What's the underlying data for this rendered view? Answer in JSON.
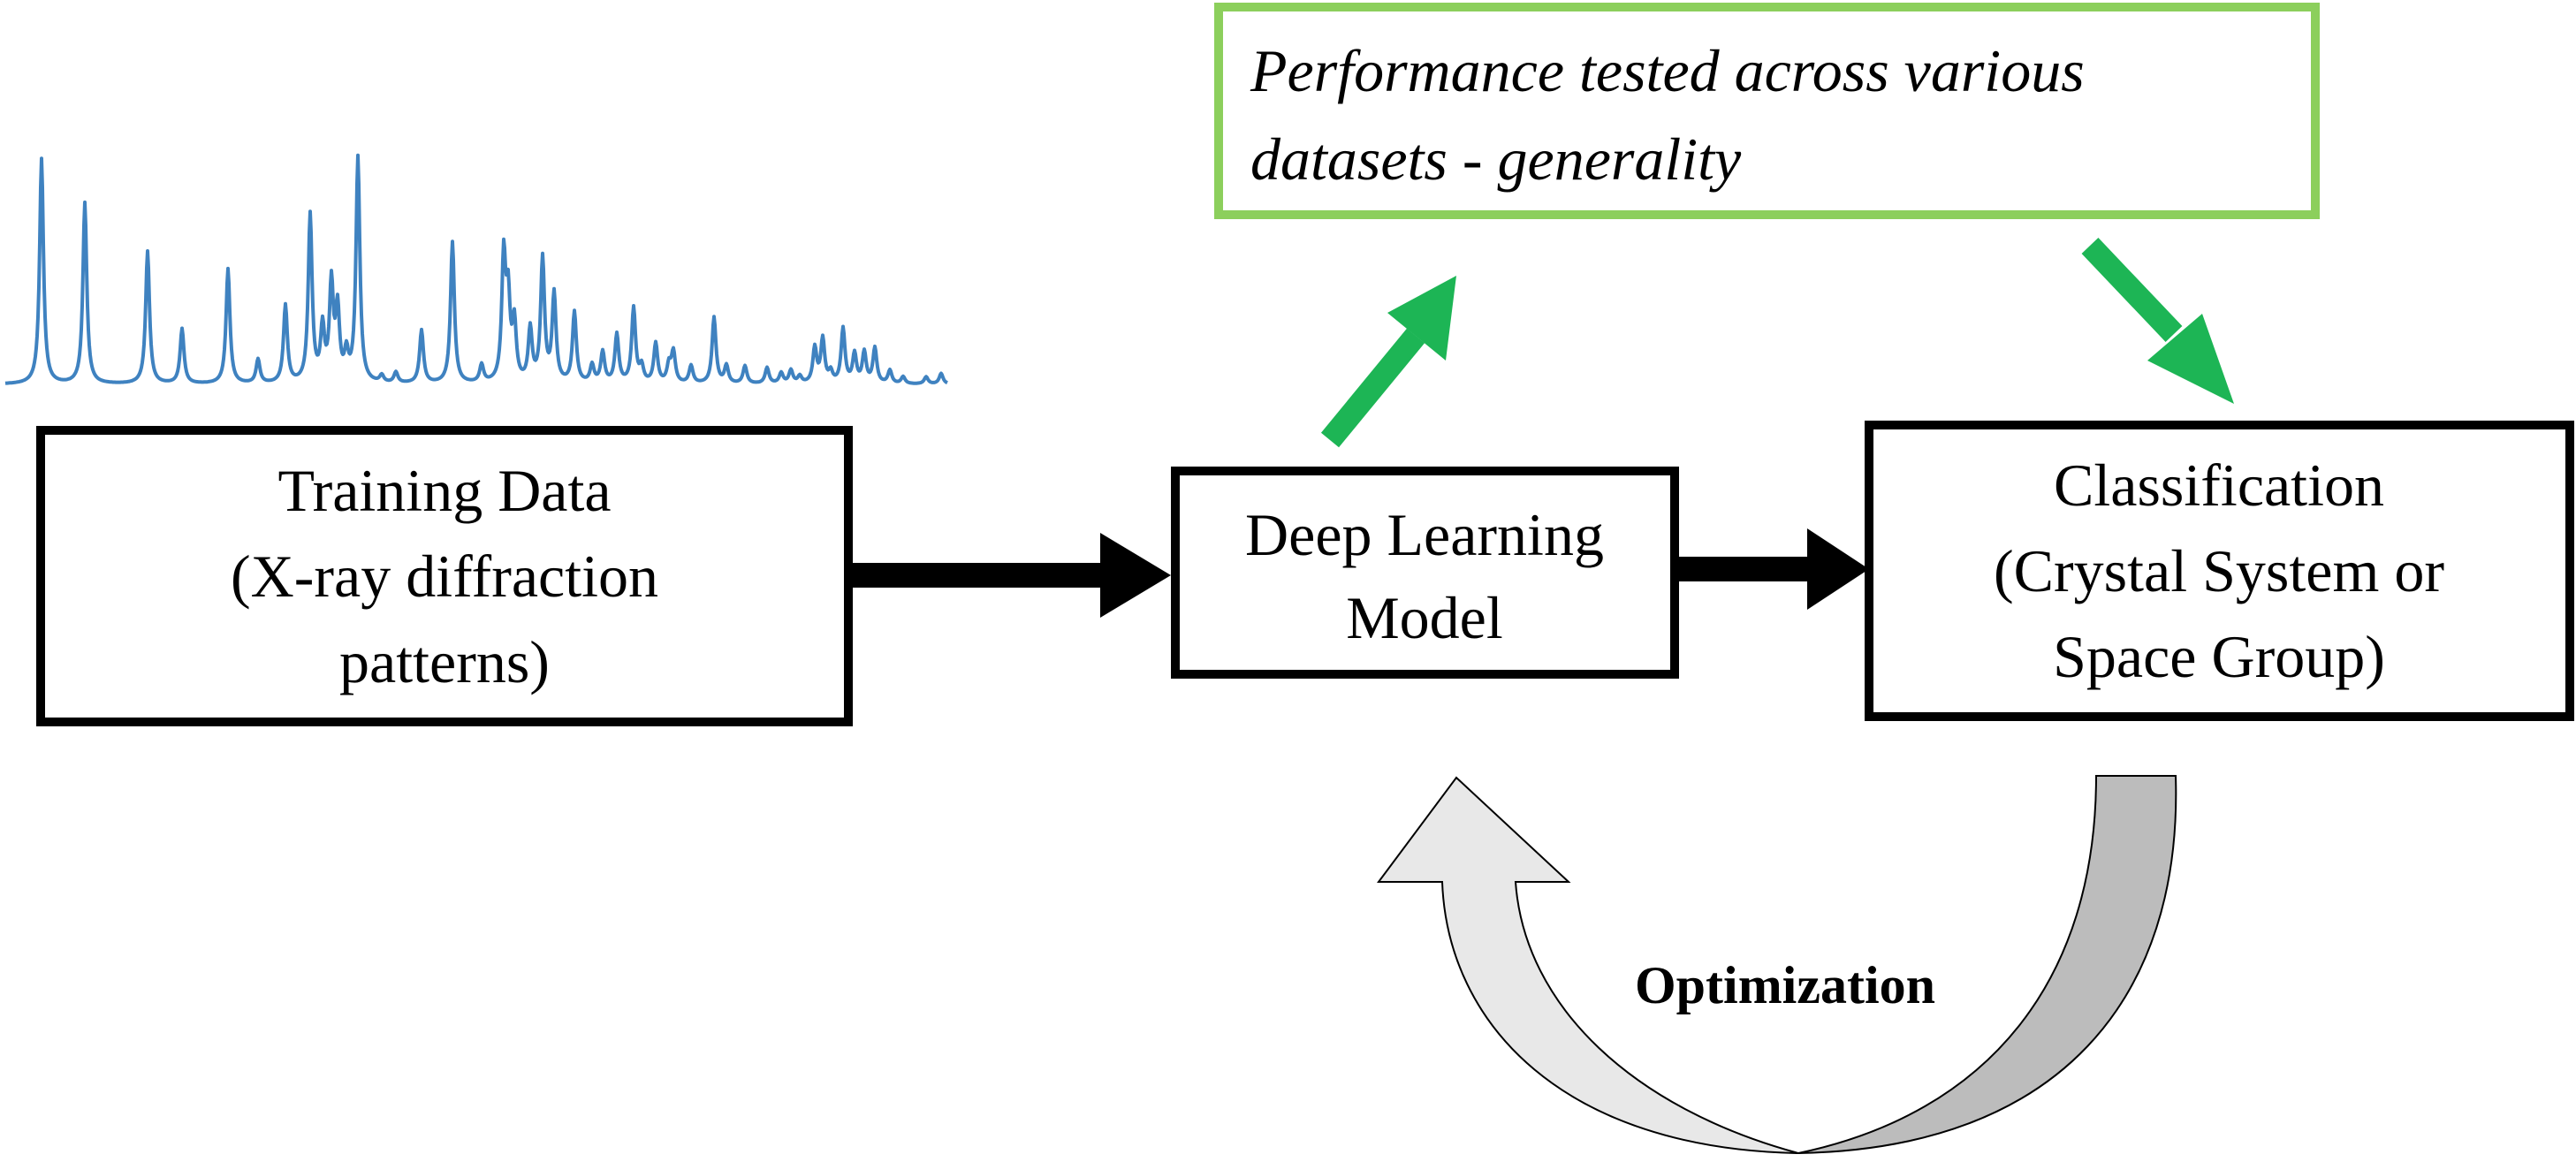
{
  "training_box": {
    "line1": "Training Data",
    "line2": "(X-ray diffraction",
    "line3": "patterns)"
  },
  "model_box": {
    "line1": "Deep Learning",
    "line2": "Model"
  },
  "classification_box": {
    "line1": "Classification",
    "line2": "(Crystal System or",
    "line3": "Space Group)"
  },
  "performance_box": {
    "line1": "Performance tested across various",
    "line2": "datasets - generality"
  },
  "optimization_label": "Optimization",
  "icons": {
    "xrd_pattern": "diffraction-pattern-icon",
    "flow_arrow": "arrow-right-icon",
    "up_arrow": "arrow-up-right-icon",
    "down_arrow": "arrow-down-right-icon",
    "loop_arrow": "curved-loop-arrow-icon"
  },
  "colors": {
    "line": "#000000",
    "pattern": "#3f82c0",
    "accent_arrow": "#1db555",
    "performance_border": "#8ccf5c",
    "loop_dark": "#bcbcbc",
    "loop_light": "#e8e8e8"
  }
}
